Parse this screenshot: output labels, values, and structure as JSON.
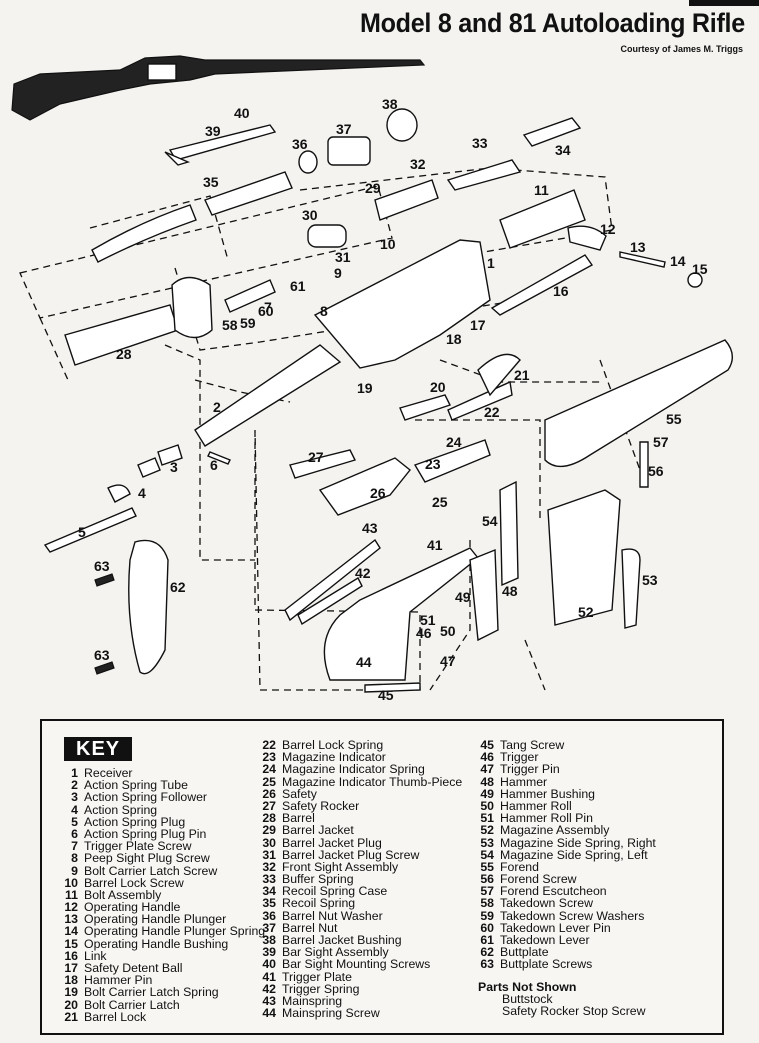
{
  "title": "Model 8 and 81 Autoloading Rifle",
  "courtesy": "Courtesy of James M. Triggs",
  "key_title": "KEY",
  "callouts": [
    "1",
    "2",
    "3",
    "4",
    "5",
    "6",
    "7",
    "8",
    "9",
    "10",
    "11",
    "12",
    "13",
    "14",
    "15",
    "16",
    "17",
    "18",
    "19",
    "20",
    "21",
    "22",
    "23",
    "24",
    "25",
    "26",
    "27",
    "28",
    "29",
    "30",
    "31",
    "32",
    "33",
    "34",
    "35",
    "36",
    "37",
    "38",
    "39",
    "40",
    "41",
    "42",
    "43",
    "44",
    "45",
    "46",
    "47",
    "48",
    "49",
    "50",
    "51",
    "52",
    "53",
    "54",
    "55",
    "56",
    "57",
    "58",
    "59",
    "60",
    "61",
    "62",
    "63",
    "63"
  ],
  "key": [
    {
      "n": "1",
      "label": "Receiver"
    },
    {
      "n": "2",
      "label": "Action Spring Tube"
    },
    {
      "n": "3",
      "label": "Action Spring Follower"
    },
    {
      "n": "4",
      "label": "Action Spring"
    },
    {
      "n": "5",
      "label": "Action Spring Plug"
    },
    {
      "n": "6",
      "label": "Action Spring Plug Pin"
    },
    {
      "n": "7",
      "label": "Trigger Plate Screw"
    },
    {
      "n": "8",
      "label": "Peep Sight Plug Screw"
    },
    {
      "n": "9",
      "label": "Bolt Carrier Latch Screw"
    },
    {
      "n": "10",
      "label": "Barrel Lock Screw"
    },
    {
      "n": "11",
      "label": "Bolt Assembly"
    },
    {
      "n": "12",
      "label": "Operating Handle"
    },
    {
      "n": "13",
      "label": "Operating Handle Plunger"
    },
    {
      "n": "14",
      "label": "Operating Handle Plunger Spring"
    },
    {
      "n": "15",
      "label": "Operating Handle Bushing"
    },
    {
      "n": "16",
      "label": "Link"
    },
    {
      "n": "17",
      "label": "Safety Detent Ball"
    },
    {
      "n": "18",
      "label": "Hammer Pin"
    },
    {
      "n": "19",
      "label": "Bolt Carrier Latch Spring"
    },
    {
      "n": "20",
      "label": "Bolt Carrier Latch"
    },
    {
      "n": "21",
      "label": "Barrel Lock"
    },
    {
      "n": "22",
      "label": "Barrel Lock Spring"
    },
    {
      "n": "23",
      "label": "Magazine Indicator"
    },
    {
      "n": "24",
      "label": "Magazine Indicator Spring"
    },
    {
      "n": "25",
      "label": "Magazine Indicator Thumb-Piece"
    },
    {
      "n": "26",
      "label": "Safety"
    },
    {
      "n": "27",
      "label": "Safety Rocker"
    },
    {
      "n": "28",
      "label": "Barrel"
    },
    {
      "n": "29",
      "label": "Barrel Jacket"
    },
    {
      "n": "30",
      "label": "Barrel Jacket Plug"
    },
    {
      "n": "31",
      "label": "Barrel Jacket Plug Screw"
    },
    {
      "n": "32",
      "label": "Front Sight Assembly"
    },
    {
      "n": "33",
      "label": "Buffer Spring"
    },
    {
      "n": "34",
      "label": "Recoil Spring Case"
    },
    {
      "n": "35",
      "label": "Recoil Spring"
    },
    {
      "n": "36",
      "label": "Barrel Nut Washer"
    },
    {
      "n": "37",
      "label": "Barrel Nut"
    },
    {
      "n": "38",
      "label": "Barrel Jacket Bushing"
    },
    {
      "n": "39",
      "label": "Bar Sight Assembly"
    },
    {
      "n": "40",
      "label": "Bar Sight Mounting Screws"
    },
    {
      "n": "41",
      "label": "Trigger Plate"
    },
    {
      "n": "42",
      "label": "Trigger Spring"
    },
    {
      "n": "43",
      "label": "Mainspring"
    },
    {
      "n": "44",
      "label": "Mainspring Screw"
    },
    {
      "n": "45",
      "label": "Tang Screw"
    },
    {
      "n": "46",
      "label": "Trigger"
    },
    {
      "n": "47",
      "label": "Trigger Pin"
    },
    {
      "n": "48",
      "label": "Hammer"
    },
    {
      "n": "49",
      "label": "Hammer Bushing"
    },
    {
      "n": "50",
      "label": "Hammer Roll"
    },
    {
      "n": "51",
      "label": "Hammer Roll Pin"
    },
    {
      "n": "52",
      "label": "Magazine Assembly"
    },
    {
      "n": "53",
      "label": "Magazine Side Spring, Right"
    },
    {
      "n": "54",
      "label": "Magazine Side Spring, Left"
    },
    {
      "n": "55",
      "label": "Forend"
    },
    {
      "n": "56",
      "label": "Forend Screw"
    },
    {
      "n": "57",
      "label": "Forend Escutcheon"
    },
    {
      "n": "58",
      "label": "Takedown Screw"
    },
    {
      "n": "59",
      "label": "Takedown Screw Washers"
    },
    {
      "n": "60",
      "label": "Takedown Lever Pin"
    },
    {
      "n": "61",
      "label": "Takedown Lever"
    },
    {
      "n": "62",
      "label": "Buttplate"
    },
    {
      "n": "63",
      "label": "Buttplate Screws"
    }
  ],
  "parts_not_shown": {
    "heading": "Parts Not Shown",
    "items": [
      "Buttstock",
      "Safety Rocker Stop Screw"
    ]
  }
}
